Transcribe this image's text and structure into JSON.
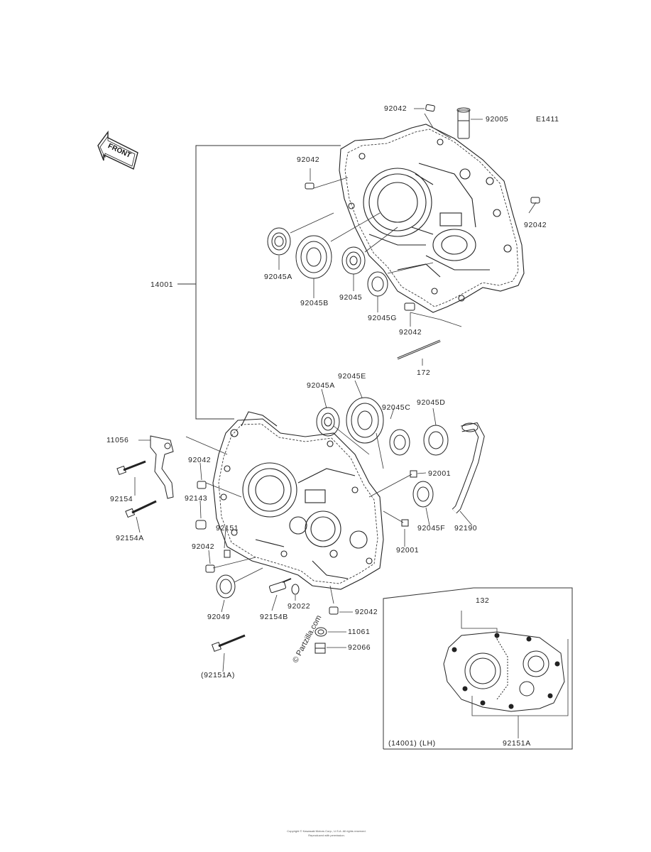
{
  "diagram_code": "E1411",
  "front_label": "FRONT",
  "parts": {
    "p92042_top": "92042",
    "p92005": "92005",
    "p92042_a": "92042",
    "p92042_right": "92042",
    "p14001": "14001",
    "p92045A_upper": "92045A",
    "p92045B": "92045B",
    "p92045_upper": "92045",
    "p92045G": "92045G",
    "p92042_mid": "92042",
    "p172": "172",
    "p92045E": "92045E",
    "p92045A_lower": "92045A",
    "p92045C": "92045C",
    "p92045D": "92045D",
    "p11056": "11056",
    "p92042_left": "92042",
    "p92001_a": "92001",
    "p92154": "92154",
    "p92143": "92143",
    "p92151": "92151",
    "p92045F": "92045F",
    "p92190": "92190",
    "p92154A": "92154A",
    "p92042_lower": "92042",
    "p92001_b": "92001",
    "p92049": "92049",
    "p92154B": "92154B",
    "p92022": "92022",
    "p92042_bottom": "92042",
    "p11061": "11061",
    "p92066": "92066",
    "p92151A_paren": "(92151A)"
  },
  "inset": {
    "number": "132",
    "caption": "(14001) (LH)",
    "part": "92151A"
  },
  "watermark": "© Partzilla.com",
  "footer_line1": "Copyright © Kawasaki Motors Corp., U.S.A. All rights reserved.",
  "footer_line2": "Reproduced with permission."
}
